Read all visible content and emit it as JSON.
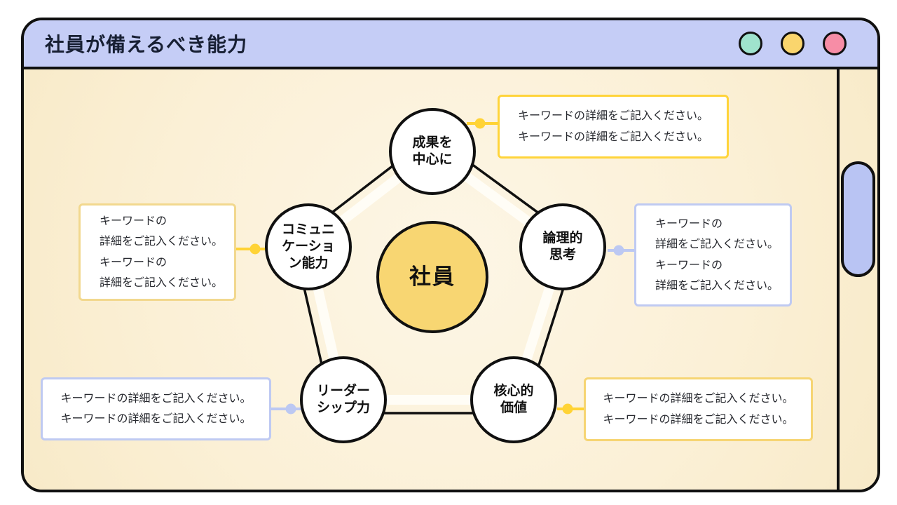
{
  "window": {
    "title": "社員が備えるべき能力",
    "traffic_lights": [
      {
        "name": "teal-dot",
        "color": "#9fe3cd"
      },
      {
        "name": "yellow-dot",
        "color": "#fad56d"
      },
      {
        "name": "pink-dot",
        "color": "#f78da6"
      }
    ]
  },
  "diagram": {
    "center": {
      "label": "社員",
      "fill": "#f8d672"
    },
    "nodes": [
      {
        "id": "results",
        "label": "成果を\n中心に"
      },
      {
        "id": "logic",
        "label": "論理的\n思考"
      },
      {
        "id": "core",
        "label": "核心的\n価値"
      },
      {
        "id": "leader",
        "label": "リーダー\nシップ力"
      },
      {
        "id": "comm",
        "label": "コミュニ\nケーショ\nン能力"
      }
    ],
    "notes": [
      {
        "for": "results",
        "accent": "#ffd43a",
        "text": "キーワードの詳細をご記入ください。\nキーワードの詳細をご記入ください。"
      },
      {
        "for": "logic",
        "accent": "#bfcaf2",
        "text": "キーワードの\n詳細をご記入ください。\nキーワードの\n詳細をご記入ください。"
      },
      {
        "for": "comm",
        "accent": "#f2d88e",
        "text": "キーワードの\n詳細をご記入ください。\nキーワードの\n詳細をご記入ください。"
      },
      {
        "for": "leader",
        "accent": "#bfcaf2",
        "text": "キーワードの詳細をご記入ください。\nキーワードの詳細をご記入ください。"
      },
      {
        "for": "core",
        "accent": "#f6d573",
        "text": "キーワードの詳細をご記入ください。\nキーワードの詳細をご記入ください。"
      }
    ],
    "connector_colors": {
      "yellow": "#ffd335",
      "lavender": "#bcc8f2"
    }
  },
  "colors": {
    "titlebar": "#c5cdf6",
    "content_background": "#fbf0d6",
    "window_border": "#101010",
    "scrollbar_thumb": "#b9c4f3",
    "pentagon_band": "#fffdf6"
  }
}
